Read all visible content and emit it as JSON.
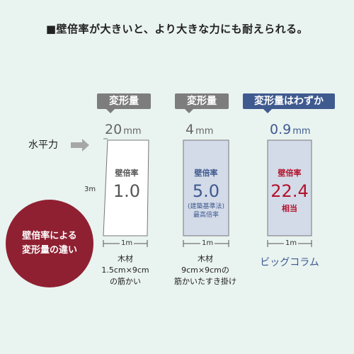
{
  "headline": "■壁倍率が大きいと、より大きな力にも耐えられる。",
  "force_label": "水平力",
  "height_label": "3m",
  "circle": {
    "line1": "壁倍率による",
    "line2": "変形量の違い"
  },
  "panels": [
    {
      "tag": "変形量",
      "displacement": "20",
      "unit": "mm",
      "rate_label": "壁倍率",
      "rate_value": "1.0",
      "width_label": "1m",
      "caption_line1": "木材",
      "caption_line2": "1.5cm×9cm",
      "caption_line3": "の筋かい"
    },
    {
      "tag": "変形量",
      "displacement": "4",
      "unit": "mm",
      "rate_label": "壁倍率",
      "rate_value": "5.0",
      "note_line1": "建築基準法",
      "note_line2": "最高倍率",
      "width_label": "1m",
      "caption_line1": "木材",
      "caption_line2": "9cm×9cmの",
      "caption_line3": "筋かいたすき掛け"
    },
    {
      "tag": "変形量はわずか",
      "displacement": "0.9",
      "unit": "mm",
      "rate_label": "壁倍率",
      "rate_value": "22.4",
      "rate_suffix": "相当",
      "width_label": "1m",
      "caption": "ビッグコラム"
    }
  ],
  "colors": {
    "background": "#e9f3f0",
    "panel_blue": "#d3dae8",
    "accent_blue": "#3f5a8f",
    "accent_red": "#b3122b",
    "circle": "#8f2032",
    "tag_gray": "#7d7d7d"
  }
}
